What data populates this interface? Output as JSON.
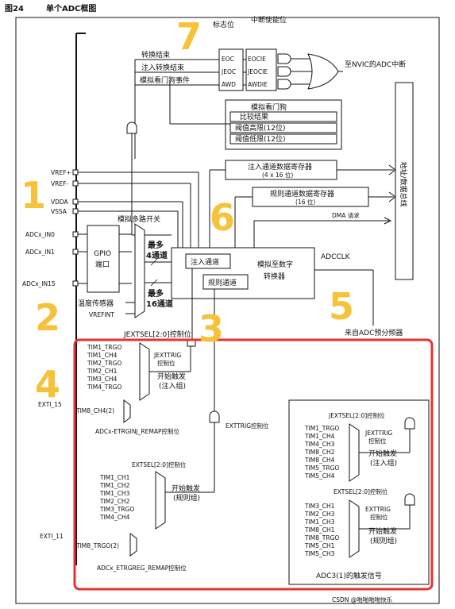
{
  "figure": {
    "label": "图24",
    "title": "单个ADC框图"
  },
  "flags": {
    "signals": [
      "转换结束",
      "注入转换结束",
      "模拟看门狗事件"
    ],
    "flag_header": "标志位",
    "flags": [
      "EOC",
      "JEOC",
      "AWD"
    ],
    "enable_header": "中断使能位",
    "enables": [
      "EOCIE",
      "JEOCIE",
      "AWDIE"
    ],
    "nvic": "至NVIC的ADC中断"
  },
  "watchdog": {
    "title": "模拟看门狗",
    "items": [
      "比较结果",
      "阈值高限(12位)",
      "阈值低限(12位)"
    ]
  },
  "registers": {
    "injected": "注入通道数据寄存器",
    "injected_size": "(4 x 16 位)",
    "regular": "规则通道数据寄存器",
    "regular_size": "(16 位)",
    "dma": "DMA 请求",
    "bus": "地址/数据总线"
  },
  "inputs": {
    "vrefp": "VREF+",
    "vrefm": "VREF-",
    "vdda": "VDDA",
    "vssa": "VSSA",
    "in0": "ADCx_IN0",
    "in1": "ADCx_IN1",
    "in15": "ADCx_IN15",
    "temp": "温度传感器",
    "vrefint": "VREFINT"
  },
  "mux": {
    "title": "模拟多路开关",
    "gpio": "GPIO",
    "port": "端口",
    "inj_max": "最多",
    "inj_count": "4通道",
    "reg_max": "最多",
    "reg_count": "16通道"
  },
  "adc": {
    "inj_channel": "注入通道",
    "reg_channel": "规则通道",
    "converter_line1": "模拟至数字",
    "converter_line2": "转换器",
    "adcclk": "ADCCLK",
    "prescaler": "来自ADC预分频器"
  },
  "triggers": {
    "jextsel": "JEXTSEL[2:0]控制位",
    "inj_sources": [
      "TIM1_TRGO",
      "TIM1_CH4",
      "TIM2_TRGO",
      "TIM2_CH1",
      "TIM3_CH4",
      "TIM4_TRGO"
    ],
    "jexttrig_1": "JEXTTRIG",
    "jexttrig_2": "控制位",
    "start_1": "开始触发",
    "start_inj": "(注入组)",
    "exti15": "EXTI_15",
    "tim8_ch4": "TIM8_CH4(2)",
    "inj_remap": "ADCx-ETRGINJ_REMAP控制位",
    "exttrig": "EXTTRIG控制位",
    "extsel": "EXTSEL[2:0]控制位",
    "reg_sources": [
      "TIM1_CH1",
      "TIM1_CH2",
      "TIM1_CH3",
      "TIM2_CH2",
      "TIM3_TRGO",
      "TIM4_CH4"
    ],
    "start_reg_1": "开始触发",
    "start_reg_2": "(规则组)",
    "exti11": "EXTI_11",
    "tim8_trgo": "TIM8_TRGO(2)",
    "reg_remap": "ADCx_ETRGREG_REMAP控制位"
  },
  "adc3": {
    "jextsel": "JEXTSEL[2:0]控制位",
    "inj_sources": [
      "TIM1_TRGO",
      "TIM1_CH4",
      "TIM4_CH3",
      "TIM8_CH2",
      "TIM8_CH4",
      "TIM5_TRGO",
      "TIM5_CH4"
    ],
    "jexttrig_1": "JEXTTRIG",
    "jexttrig_2": "控制位",
    "start_1": "开始触发",
    "start_inj": "(注入组)",
    "extsel": "EXTSEL[2:0]控制位",
    "reg_sources": [
      "TIM3_CH1",
      "TIM2_CH3",
      "TIM1_CH3",
      "TIM8_CH1",
      "TIM8_TRGO",
      "TIM5_CH1",
      "TIM5_CH3"
    ],
    "exttrig_1": "EXTTRIG",
    "exttrig_2": "控制位",
    "start_reg_1": "开始触发",
    "start_reg_2": "(规则组)",
    "caption": "ADC3(1)的触发信号"
  },
  "annotations": [
    "1",
    "2",
    "3",
    "4",
    "5",
    "6",
    "7"
  ],
  "watermark": "CSDN @啪啪啪啪快乐"
}
